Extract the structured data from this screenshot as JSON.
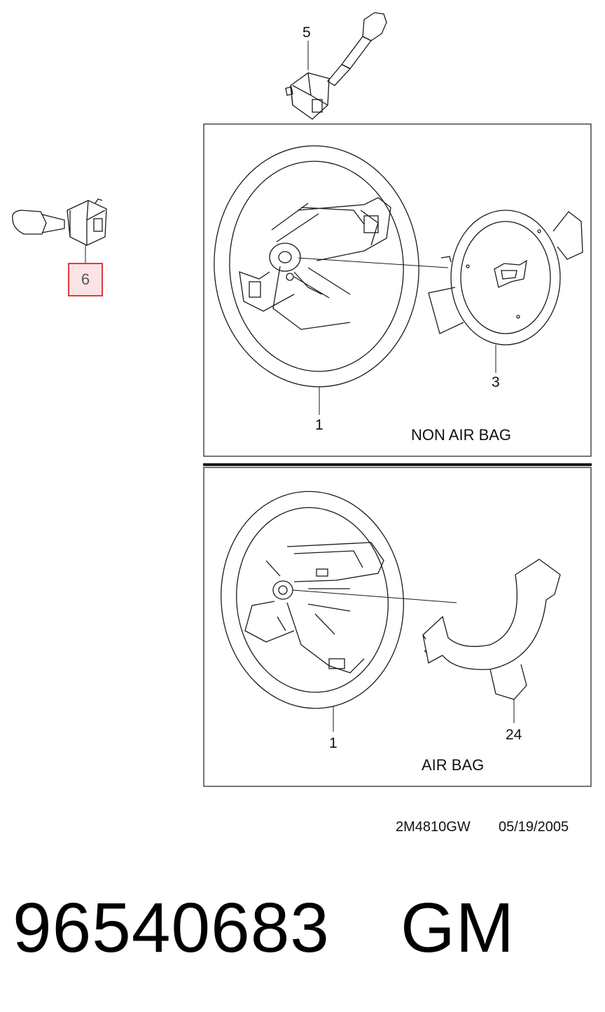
{
  "callouts": {
    "c1_top": "1",
    "c3": "3",
    "c5": "5",
    "c6": "6",
    "c1_bottom": "1",
    "c24": "24"
  },
  "panels": {
    "top_caption": "NON AIR BAG",
    "bottom_caption": "AIR BAG"
  },
  "sheet_ref": {
    "code": "2M4810GW",
    "date": "05/19/2005"
  },
  "part": {
    "number": "96540683",
    "brand": "GM"
  },
  "colors": {
    "highlight_border": "#e03a3a",
    "highlight_fill": "#fbe3e6",
    "line": "#1a1a1a"
  }
}
